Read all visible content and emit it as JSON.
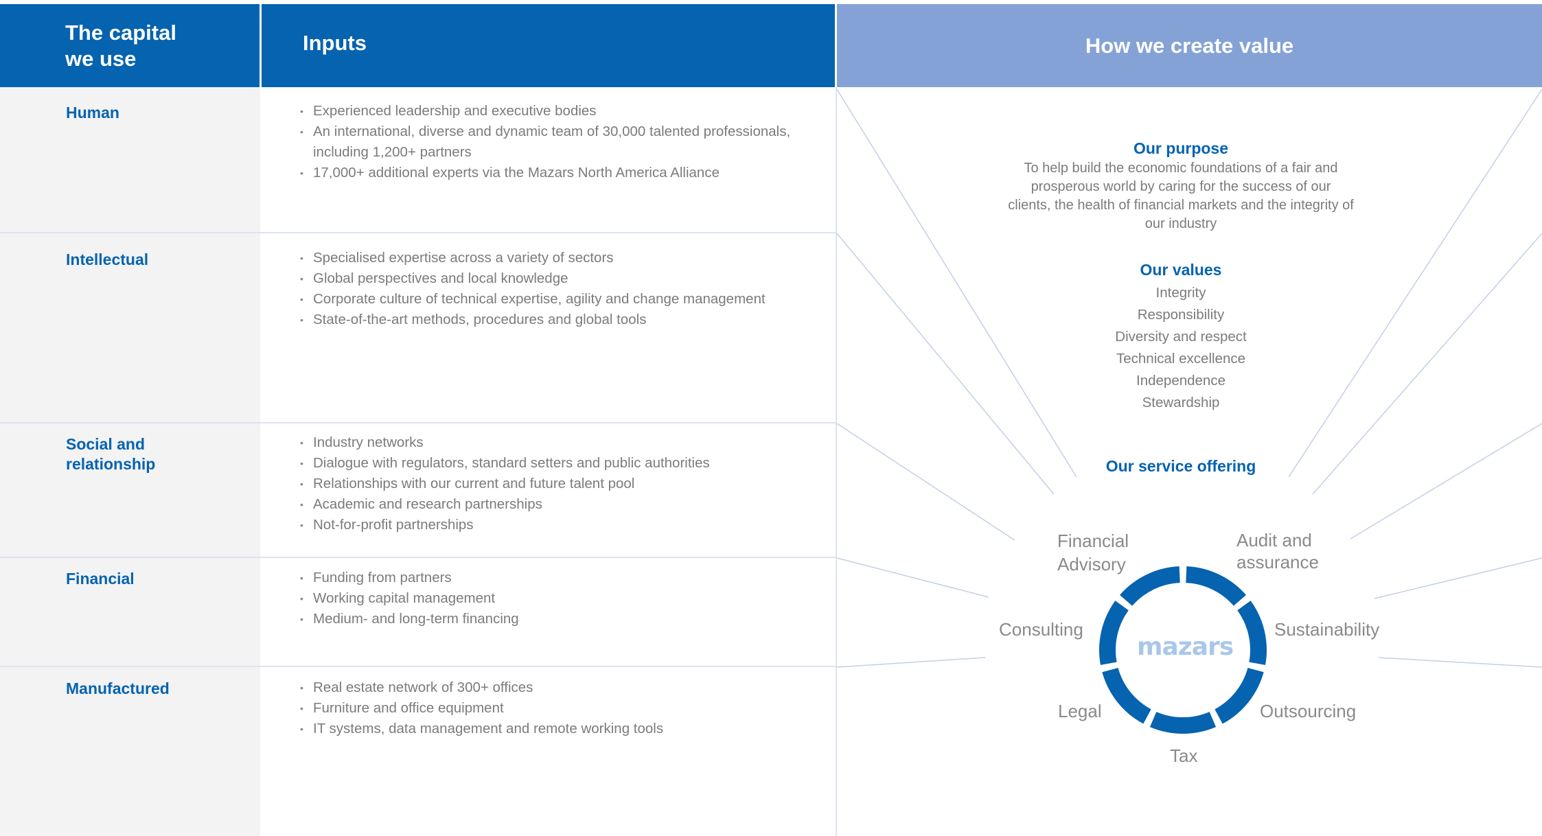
{
  "header": {
    "capital_line1": "The capital",
    "capital_line2": "we use",
    "inputs": "Inputs",
    "value": "How we create value"
  },
  "rows": [
    {
      "label": "Human",
      "items": [
        "Experienced leadership and executive bodies",
        "An international, diverse and dynamic team of 30,000 talented professionals, including 1,200+ partners",
        "17,000+ additional experts via the Mazars North America Alliance"
      ]
    },
    {
      "label": "Intellectual",
      "items": [
        "Specialised expertise across a variety of sectors",
        "Global perspectives and local knowledge",
        "Corporate culture of technical expertise, agility and change management",
        "State-of-the-art methods, procedures and global tools"
      ]
    },
    {
      "label_line1": "Social and",
      "label_line2": "relationship",
      "items": [
        "Industry networks",
        "Dialogue with regulators, standard setters and public authorities",
        "Relationships with our current and future talent pool",
        "Academic and research partnerships",
        "Not-for-profit partnerships"
      ]
    },
    {
      "label": "Financial",
      "items": [
        "Funding from partners",
        "Working capital management",
        "Medium- and long-term financing"
      ]
    },
    {
      "label": "Manufactured",
      "items": [
        "Real estate network of 300+ offices",
        "Furniture and office equipment",
        "IT systems, data management and remote working tools"
      ]
    }
  ],
  "value": {
    "purpose_title": "Our purpose",
    "purpose_text": "To help build the economic foundations of a fair and prosperous world by caring for the success of our clients, the health of financial markets and the integrity of our industry",
    "values_title": "Our values",
    "values": [
      "Integrity",
      "Responsibility",
      "Diversity and respect",
      "Technical excellence",
      "Independence",
      "Stewardship"
    ],
    "service_title": "Our service offering",
    "services": {
      "financial_advisory_1": "Financial",
      "financial_advisory_2": "Advisory",
      "audit_1": "Audit and",
      "audit_2": "assurance",
      "consulting": "Consulting",
      "sustainability": "Sustainability",
      "legal": "Legal",
      "outsourcing": "Outsourcing",
      "tax": "Tax"
    },
    "logo": "mazars"
  },
  "colors": {
    "primary": "#0563b0",
    "header_value": "#84a2d6",
    "left_bg": "#f3f3f3",
    "text_gray": "#7b7b7b",
    "rule": "#dde3ee",
    "logo": "#a9c7ea"
  }
}
